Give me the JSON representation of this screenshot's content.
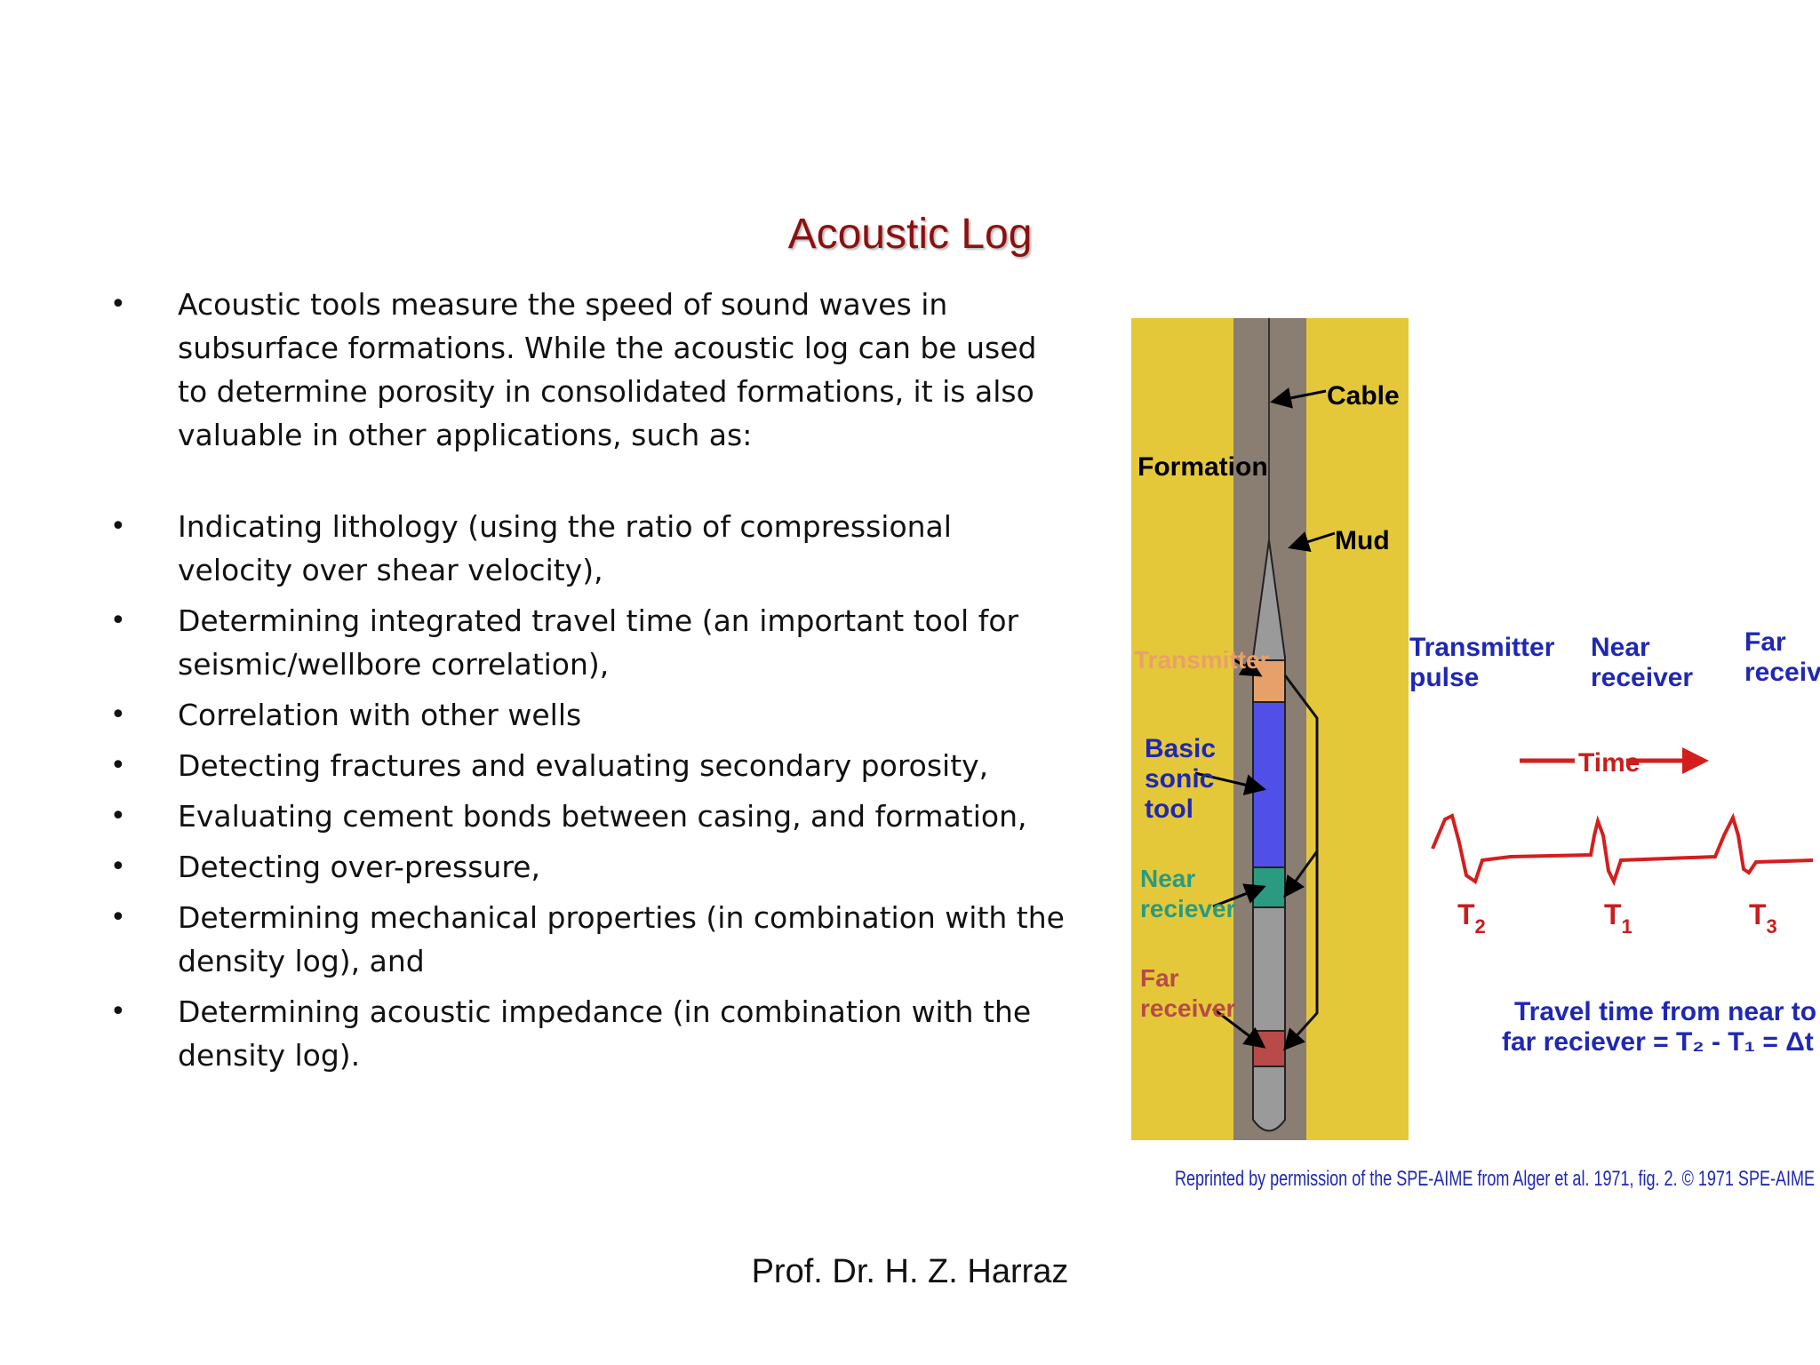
{
  "slide": {
    "title": "Acoustic Log",
    "bullets": [
      "Acoustic tools measure the speed of sound waves in subsurface formations. While the acoustic log can be used to determine porosity in consolidated formations, it is also valuable in other applications, such as:",
      "Indicating lithology (using the ratio of compressional velocity over shear velocity),",
      "Determining integrated travel time (an important tool for seismic/wellbore correlation),",
      "Correlation with other wells",
      "Detecting fractures and evaluating secondary porosity,",
      "Evaluating cement bonds between casing, and formation,",
      "Detecting over-pressure,",
      "Determining mechanical properties (in combination with the density log), and",
      "Determining acoustic impedance (in combination with the density log)."
    ],
    "bullet_symbol": "•",
    "footer": "Prof. Dr. H. Z. Harraz"
  },
  "diagram": {
    "labels": {
      "cable": "Cable",
      "formation": "Formation",
      "mud": "Mud",
      "transmitter": "Transmitter",
      "basic": "Basic",
      "sonic": "sonic",
      "tool": "tool",
      "near_tool_1": "Near",
      "near_tool_2": "reciever",
      "far_tool_1": "Far",
      "far_tool_2": "receiver",
      "tx_pulse_1": "Transmitter",
      "tx_pulse_2": "pulse",
      "near_recv_1": "Near",
      "near_recv_2": "receiver",
      "far_recv_1": "Far",
      "far_recv_2": "receiver",
      "time": "Time",
      "t2": "T",
      "t2_sub": "2",
      "t1": "T",
      "t1_sub": "1",
      "t3": "T",
      "t3_sub": "3",
      "travel_1": "Travel time from near to",
      "travel_2": "far reciever = T₂ - T₁ = Δt",
      "credit": "Reprinted by permission of the SPE-AIME from Alger et al. 1971, fig. 2. © 1971 SPE-AIME"
    },
    "colors": {
      "formation": "#e5c83a",
      "borehole": "#8a7d72",
      "tool": "#9a9a9a",
      "transmitter": "#e8a06a",
      "sonic_tool": "#5050e8",
      "near_receiver": "#2a9a80",
      "far_receiver": "#b84a4a",
      "label_blue": "#1f28b4",
      "label_red": "#c81e1e"
    }
  }
}
